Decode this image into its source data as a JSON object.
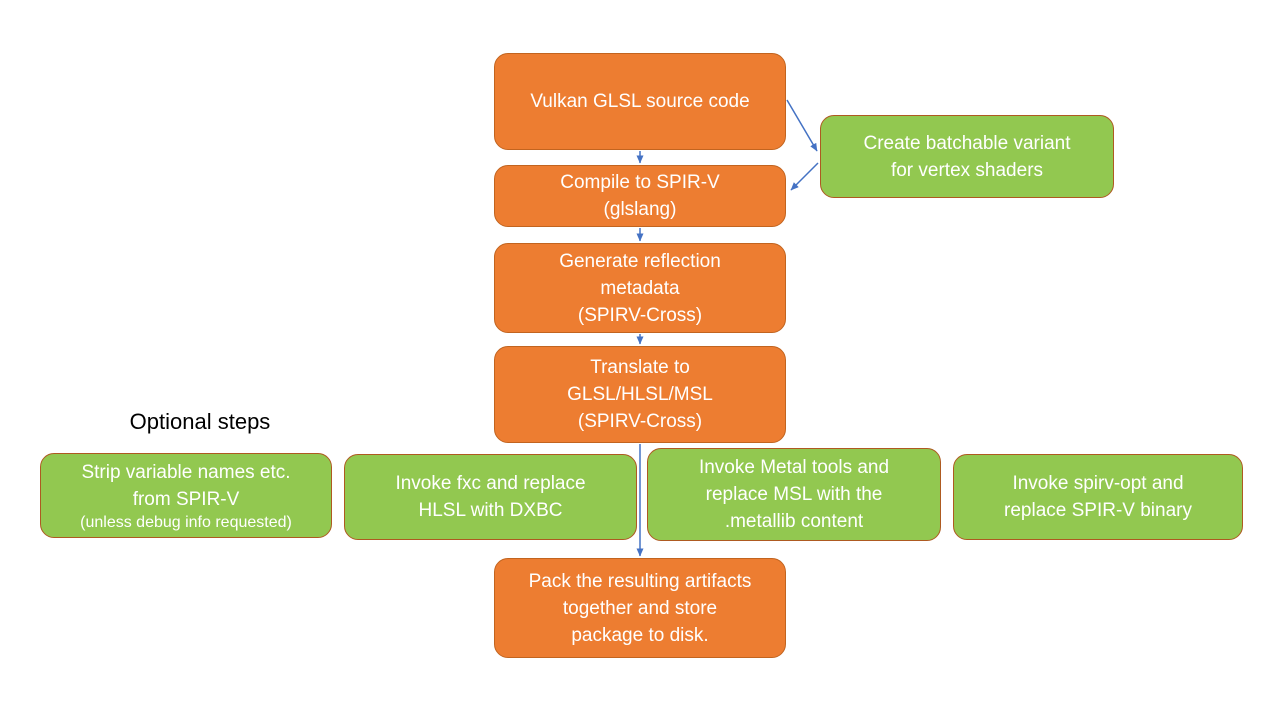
{
  "section_label": "Optional steps",
  "colors": {
    "orange_fill": "#ED7D31",
    "orange_border": "#C2641F",
    "green_fill": "#92C850",
    "green_border": "#AE5A21",
    "arrow": "#4472C4",
    "text_on_box": "#FFFFFF",
    "label_text": "#000000",
    "page_bg": "#FFFFFF"
  },
  "nodes": {
    "vulkan": {
      "label": "Vulkan GLSL source code"
    },
    "compile": {
      "label": "Compile to SPIR-V\n(glslang)"
    },
    "reflect": {
      "label": "Generate reflection\nmetadata\n(SPIRV-Cross)"
    },
    "translate": {
      "label": "Translate to\nGLSL/HLSL/MSL\n(SPIRV-Cross)"
    },
    "pack": {
      "label": "Pack the resulting artifacts\ntogether and store\npackage to disk."
    },
    "batchable": {
      "label": "Create batchable variant\nfor vertex shaders"
    },
    "strip": {
      "label": "Strip variable names etc.\nfrom SPIR-V",
      "note": "(unless debug info requested)"
    },
    "fxc": {
      "label": "Invoke fxc and replace\nHLSL with DXBC"
    },
    "metal": {
      "label": "Invoke Metal tools and\nreplace MSL with the\n.metallib content"
    },
    "spirvopt": {
      "label": "Invoke spirv-opt and\nreplace SPIR-V binary"
    }
  },
  "edges": [
    {
      "from": "vulkan",
      "to": "compile"
    },
    {
      "from": "vulkan",
      "to": "batchable"
    },
    {
      "from": "batchable",
      "to": "compile"
    },
    {
      "from": "compile",
      "to": "reflect"
    },
    {
      "from": "reflect",
      "to": "translate"
    },
    {
      "from": "translate",
      "to": "pack"
    }
  ]
}
